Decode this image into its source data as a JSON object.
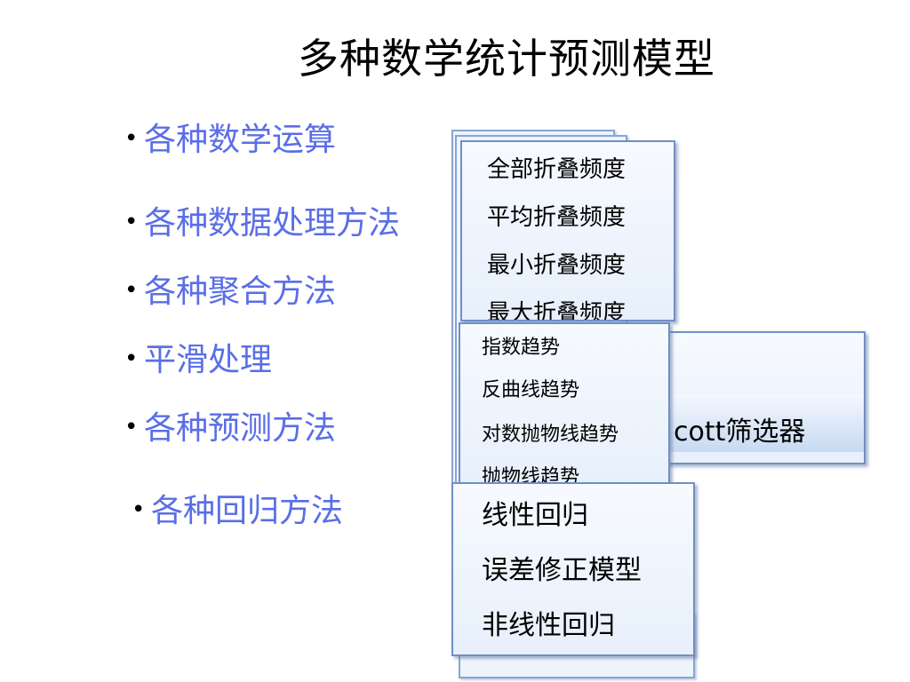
{
  "title": "多种数学统计预测模型",
  "bullet_symbol": "•",
  "bullets": [
    "各种数学运算",
    "各种数据处理方法",
    "各种聚合方法",
    "平滑处理",
    "各种预测方法",
    "各种回归方法"
  ],
  "menus": {
    "frequency": {
      "items": [
        "全部折叠频度",
        "平均折叠频度",
        "最小折叠频度",
        "最大折叠频度"
      ]
    },
    "filter": {
      "items": [
        "cott筛选器"
      ]
    },
    "trend": {
      "items": [
        "指数趋势",
        "反曲线趋势",
        "对数抛物线趋势",
        "抛物线趋势"
      ]
    },
    "regression": {
      "items": [
        "线性回归",
        "误差修正模型",
        "非线性回归"
      ]
    }
  }
}
